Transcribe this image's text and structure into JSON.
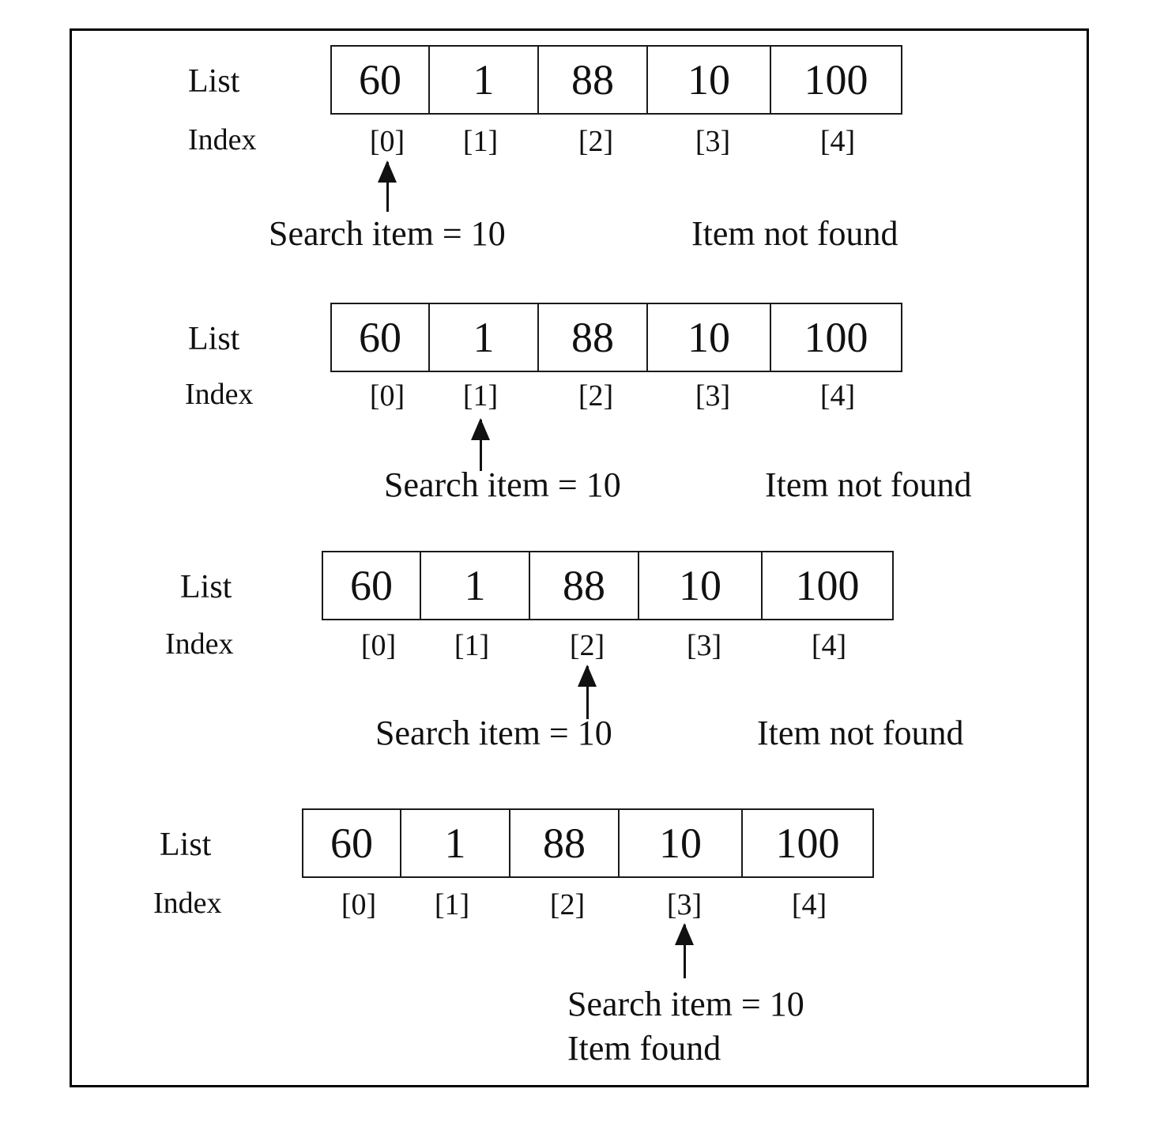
{
  "list_label": "List",
  "index_label": "Index",
  "list_values": [
    "60",
    "1",
    "88",
    "10",
    "100"
  ],
  "index_labels": [
    "[0]",
    "[1]",
    "[2]",
    "[3]",
    "[4]"
  ],
  "steps": [
    {
      "pointer_index": 0,
      "search_text": "Search item = 10",
      "result_text": "Item not found"
    },
    {
      "pointer_index": 1,
      "search_text": "Search item = 10",
      "result_text": "Item not found"
    },
    {
      "pointer_index": 2,
      "search_text": "Search item = 10",
      "result_text": "Item not found"
    },
    {
      "pointer_index": 3,
      "search_text": "Search item = 10",
      "result_text": "Item found"
    }
  ]
}
